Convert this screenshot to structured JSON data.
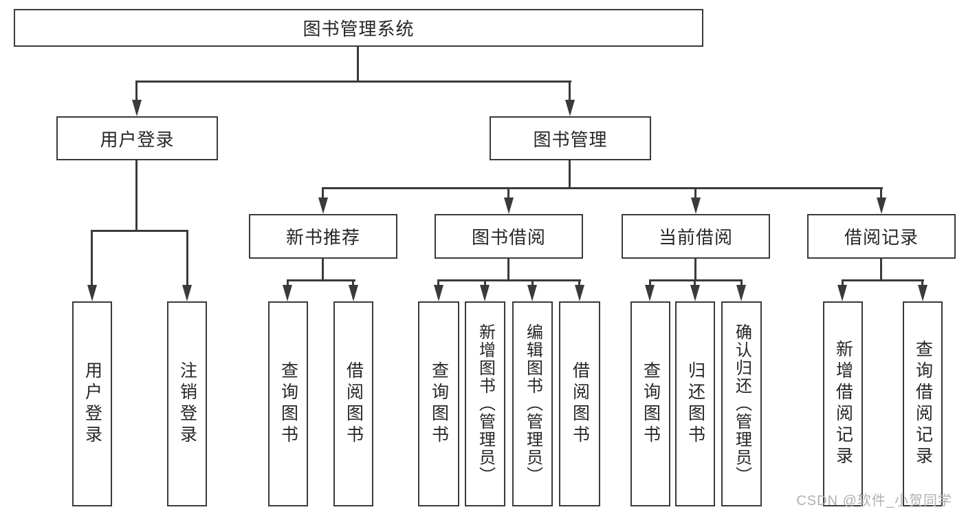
{
  "title": "图书管理系统",
  "tree": {
    "label": "图书管理系统",
    "children": [
      {
        "label": "用户登录",
        "children": [
          {
            "label": "用户登录"
          },
          {
            "label": "注销登录"
          }
        ]
      },
      {
        "label": "图书管理",
        "children": [
          {
            "label": "新书推荐",
            "children": [
              {
                "label": "查询图书"
              },
              {
                "label": "借阅图书"
              }
            ]
          },
          {
            "label": "图书借阅",
            "children": [
              {
                "label": "查询图书"
              },
              {
                "label": "新增图书（管理员）"
              },
              {
                "label": "编辑图书（管理员）"
              },
              {
                "label": "借阅图书"
              }
            ]
          },
          {
            "label": "当前借阅",
            "children": [
              {
                "label": "查询图书"
              },
              {
                "label": "归还图书"
              },
              {
                "label": "确认归还（管理员）"
              }
            ]
          },
          {
            "label": "借阅记录",
            "children": [
              {
                "label": "新增借阅记录"
              },
              {
                "label": "查询借阅记录"
              }
            ]
          }
        ]
      }
    ]
  },
  "watermark": "CSDN @软件_小贺同学",
  "colors": {
    "line": "#3a3a3a",
    "text": "#262626",
    "watermark": "#b0b0b0",
    "background": "#ffffff"
  }
}
